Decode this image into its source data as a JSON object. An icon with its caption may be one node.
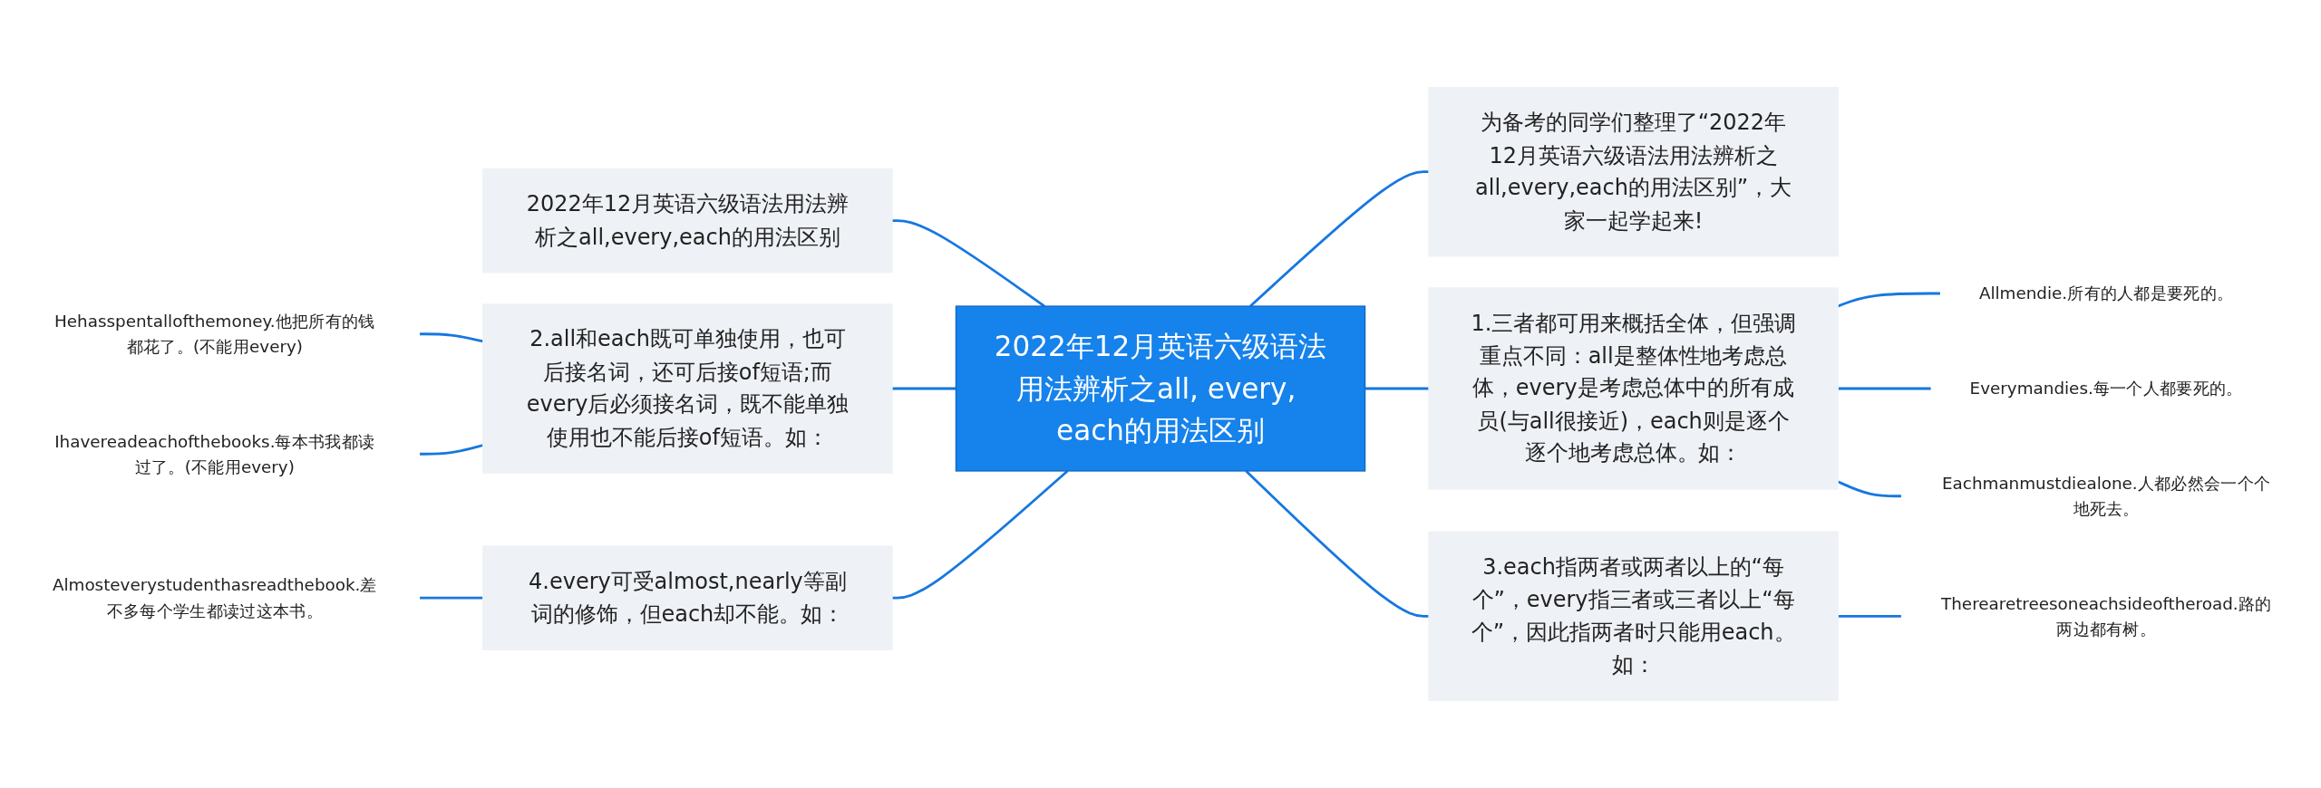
{
  "diagram": {
    "nodes": [
      {
        "text": [
          "2022年12月英语六级语法用法辨析之all, every, each的用法区别"
        ]
      },
      {
        "text": [
          "2022年12月英语六级语法用法辨析之all,every,each的用法区别"
        ]
      },
      {
        "text": [
          "2.all和each既可单独使用，也可后接名词，还可后接of短语;而every后必须接名词，既不能单独使用也不能后接of短语。如："
        ]
      },
      {
        "text": [
          "Hehasspentallofthemoney.他把所有的钱都花了。(不能用every)"
        ]
      },
      {
        "text": [
          "Ihavereadeachofthebooks.每本书我都读过了。(不能用every)"
        ]
      },
      {
        "text": [
          "4.every可受almost,nearly等副词的修饰，但each却不能。如："
        ]
      },
      {
        "text": [
          "Almosteverystudenthasreadthebook.差不多每个学生都读过这本书。"
        ]
      },
      {
        "text": [
          "为备考的同学们整理了“2022年12月英语六级语法用法辨析之all,every,each的用法区别”，大家一起学起来!"
        ]
      },
      {
        "text": [
          "1.三者都可用来概括全体，但强调重点不同：all是整体性地考虑总体，every是考虑总体中的所有成员(与all很接近)，each则是逐个逐个地考虑总体。如："
        ]
      },
      {
        "text": [
          "Allmendie.所有的人都是要死的。"
        ]
      },
      {
        "text": [
          "Everymandies.每一个人都要死的。"
        ]
      },
      {
        "text": [
          "Eachmanmustdiealone.人都必然会一个个地死去。"
        ]
      },
      {
        "text": [
          "3.each指两者或两者以上的“每个”，every指三者或三者以上“每个”，因此指两者时只能用each。如："
        ]
      },
      {
        "text": [
          "Therearetreesoneachsideoftheroad.路的两边都有树。"
        ]
      }
    ],
    "edges": [
      {
        "from": 0,
        "to": 1,
        "arrow": "none"
      },
      {
        "from": 0,
        "to": 2,
        "arrow": "none"
      },
      {
        "from": 2,
        "to": 3,
        "arrow": "none"
      },
      {
        "from": 2,
        "to": 4,
        "arrow": "none"
      },
      {
        "from": 0,
        "to": 5,
        "arrow": "none"
      },
      {
        "from": 5,
        "to": 6,
        "arrow": "none"
      },
      {
        "from": 0,
        "to": 7,
        "arrow": "none"
      },
      {
        "from": 0,
        "to": 8,
        "arrow": "none"
      },
      {
        "from": 8,
        "to": 9,
        "arrow": "none"
      },
      {
        "from": 8,
        "to": 10,
        "arrow": "none"
      },
      {
        "from": 8,
        "to": 11,
        "arrow": "none"
      },
      {
        "from": 0,
        "to": 12,
        "arrow": "none"
      },
      {
        "from": 12,
        "to": 13,
        "arrow": "none"
      }
    ]
  }
}
